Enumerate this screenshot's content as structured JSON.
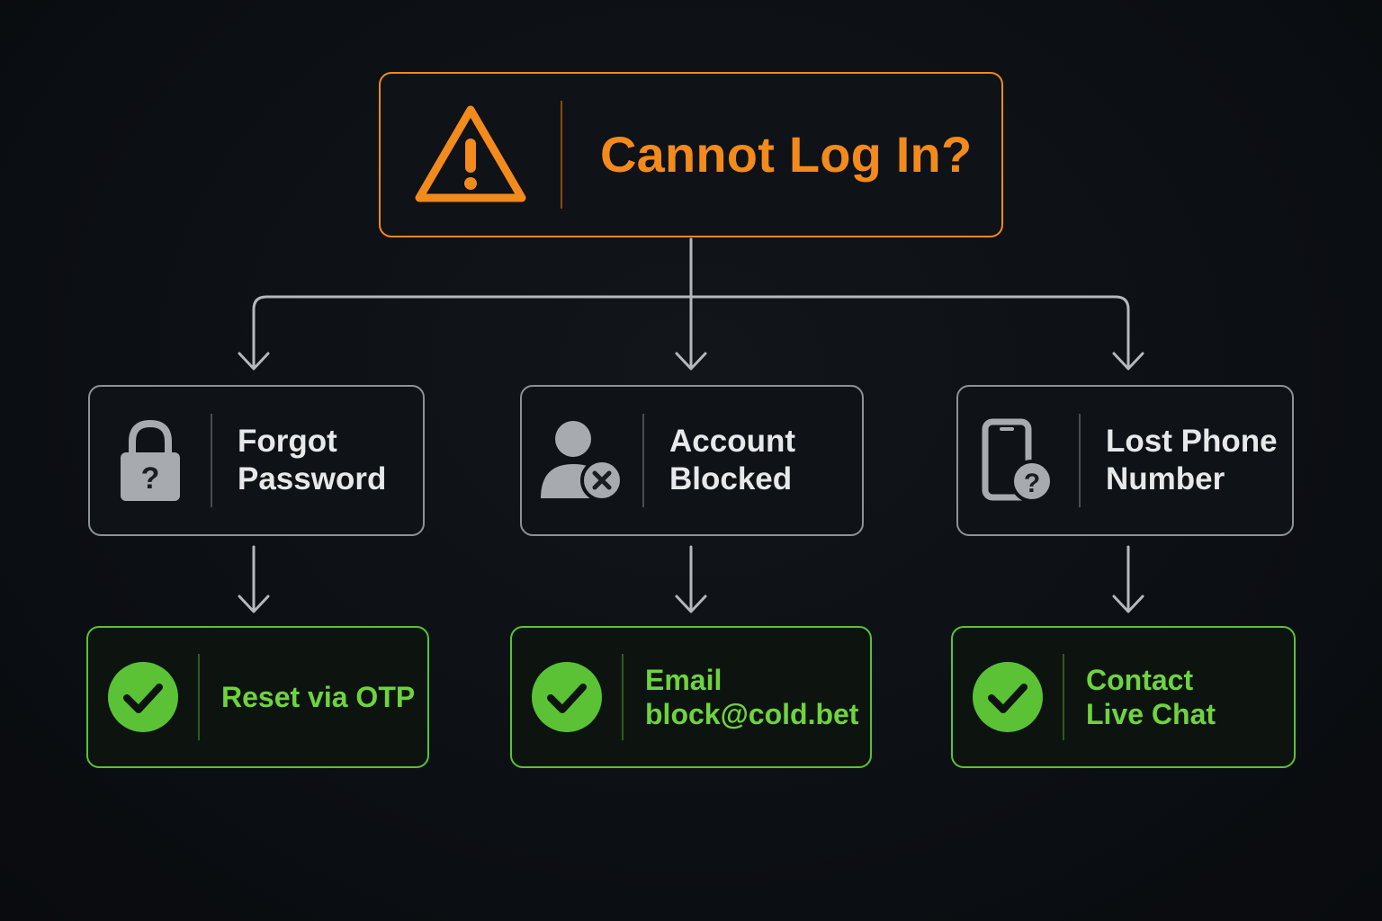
{
  "root": {
    "label": "Cannot Log In?",
    "icon": "warning-triangle-icon",
    "color": "#f28a1c"
  },
  "problems": [
    {
      "line1": "Forgot",
      "line2": "Password",
      "icon": "lock-question-icon"
    },
    {
      "line1": "Account",
      "line2": "Blocked",
      "icon": "user-blocked-icon"
    },
    {
      "line1": "Lost Phone",
      "line2": "Number",
      "icon": "phone-question-icon"
    }
  ],
  "solutions": [
    {
      "line1": "Reset via OTP",
      "line2": "",
      "icon": "check-circle-icon"
    },
    {
      "line1": "Email",
      "line2": "block@cold.bet",
      "icon": "check-circle-icon"
    },
    {
      "line1": "Contact",
      "line2": "Live Chat",
      "icon": "check-circle-icon"
    }
  ],
  "colors": {
    "background": "#0d1014",
    "warning": "#f28a1c",
    "problem_border": "#8e9297",
    "solution": "#5bc236",
    "solution_text": "#6fd33f",
    "connector": "#b5b8bc"
  }
}
